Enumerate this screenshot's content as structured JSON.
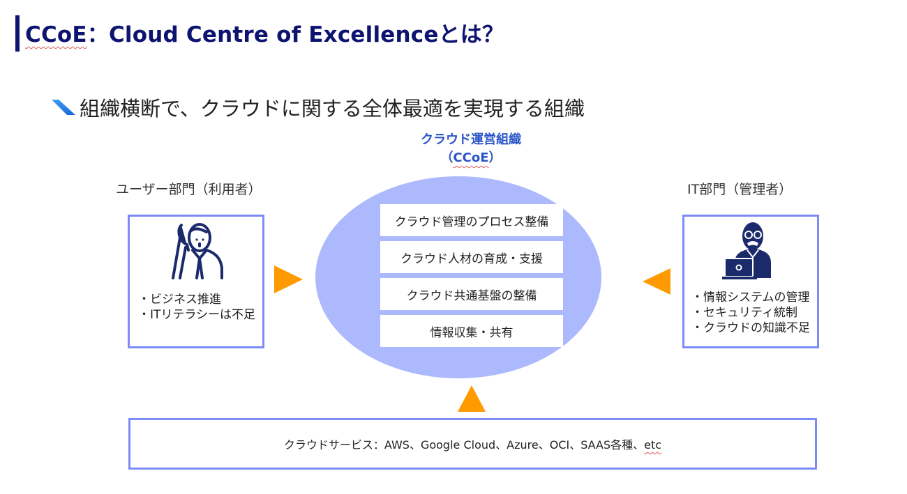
{
  "slide": {
    "title_prefix": "CCoE",
    "title_rest": "：Cloud Centre of Excellenceとは？",
    "subtitle": "組織横断で、クラウドに関する全体最適を実現する組織",
    "colors": {
      "title": "#0d1470",
      "accent_blue": "#2a55c9",
      "ellipse": "#adb9fd",
      "box_border": "#7d8cf5",
      "arrow": "#ff9a00",
      "icon": "#1b2a6b"
    }
  },
  "center": {
    "title_line1": "クラウド運営組織",
    "title_line2_open": "（",
    "title_line2_ccoe": "CCoE",
    "title_line2_close": "）",
    "roles": [
      "クラウド管理のプロセス整備",
      "クラウド人材の育成・支援",
      "クラウド共通基盤の整備",
      "情報収集・共有"
    ]
  },
  "user_dept": {
    "label": "ユーザー部門（利用者）",
    "icon": "person-on-phone-icon",
    "bullets": [
      "・ビジネス推進",
      "・ITリテラシーは不足"
    ]
  },
  "it_dept": {
    "label": "IT部門（管理者）",
    "icon": "person-with-laptop-icon",
    "bullets": [
      "・情報システムの管理",
      "・セキュリティ統制",
      "・クラウドの知識不足"
    ]
  },
  "services": {
    "text_main": "クラウドサービス：AWS、Google Cloud、Azure、OCI、SAAS各種、",
    "text_etc": "etc"
  }
}
